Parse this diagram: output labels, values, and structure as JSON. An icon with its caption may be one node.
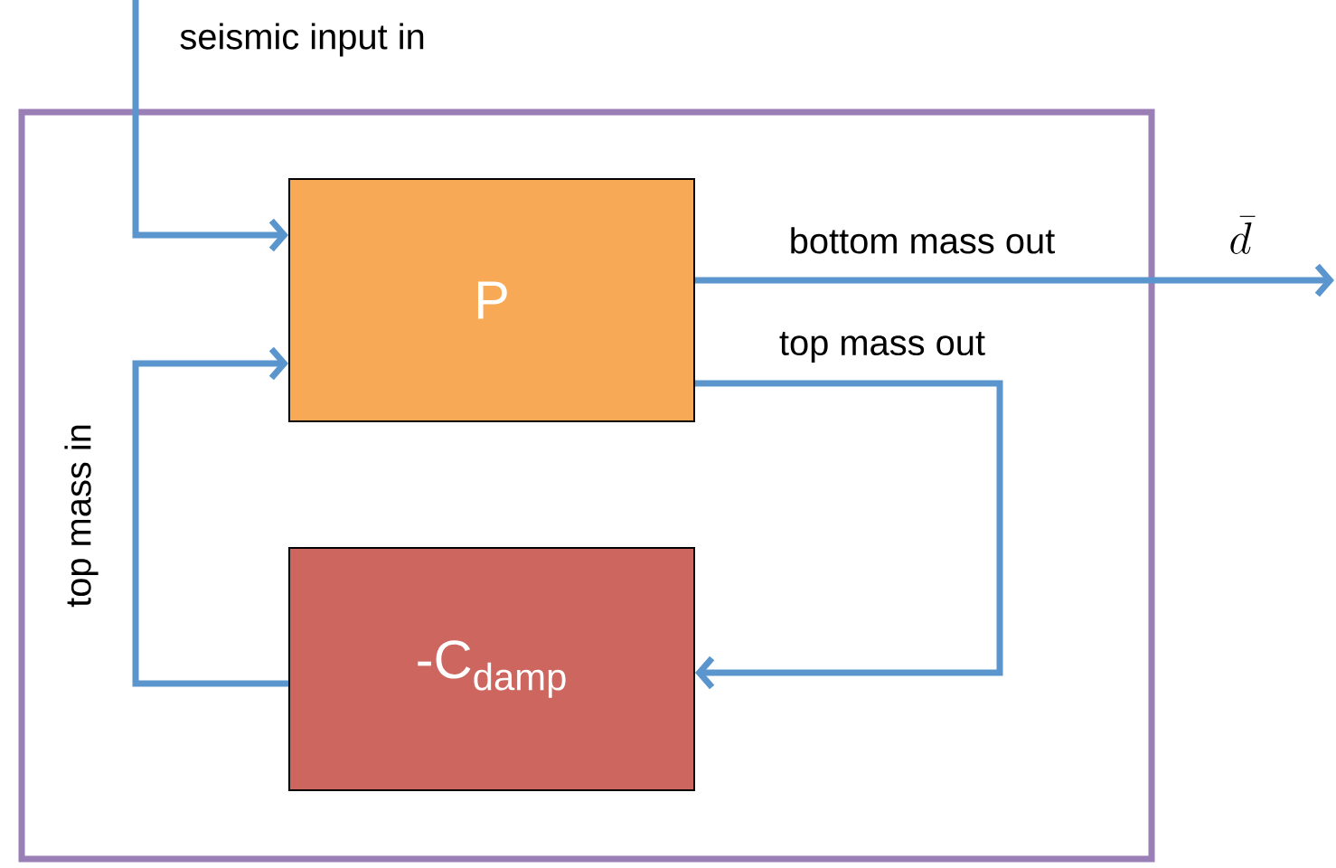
{
  "diagram": {
    "nodes": [
      {
        "text": [],
        "shape": "box"
      },
      {
        "text": [
          "P"
        ],
        "in": 0
      },
      {
        "text": [
          "-C$_{damp}$"
        ],
        "in": 0
      }
    ],
    "edges": [
      {
        "from": null,
        "to": 1,
        "arrow": "to",
        "label": "seismic input in"
      },
      {
        "from": 1,
        "to": null,
        "arrow": "to",
        "label": "bottom mass out"
      },
      {
        "from": 1,
        "to": 2,
        "arrow": "to",
        "label": "top mass out"
      },
      {
        "from": 2,
        "to": 1,
        "arrow": "to",
        "label": "top mass in"
      }
    ],
    "labels": [
      "\\bar{d}"
    ]
  }
}
